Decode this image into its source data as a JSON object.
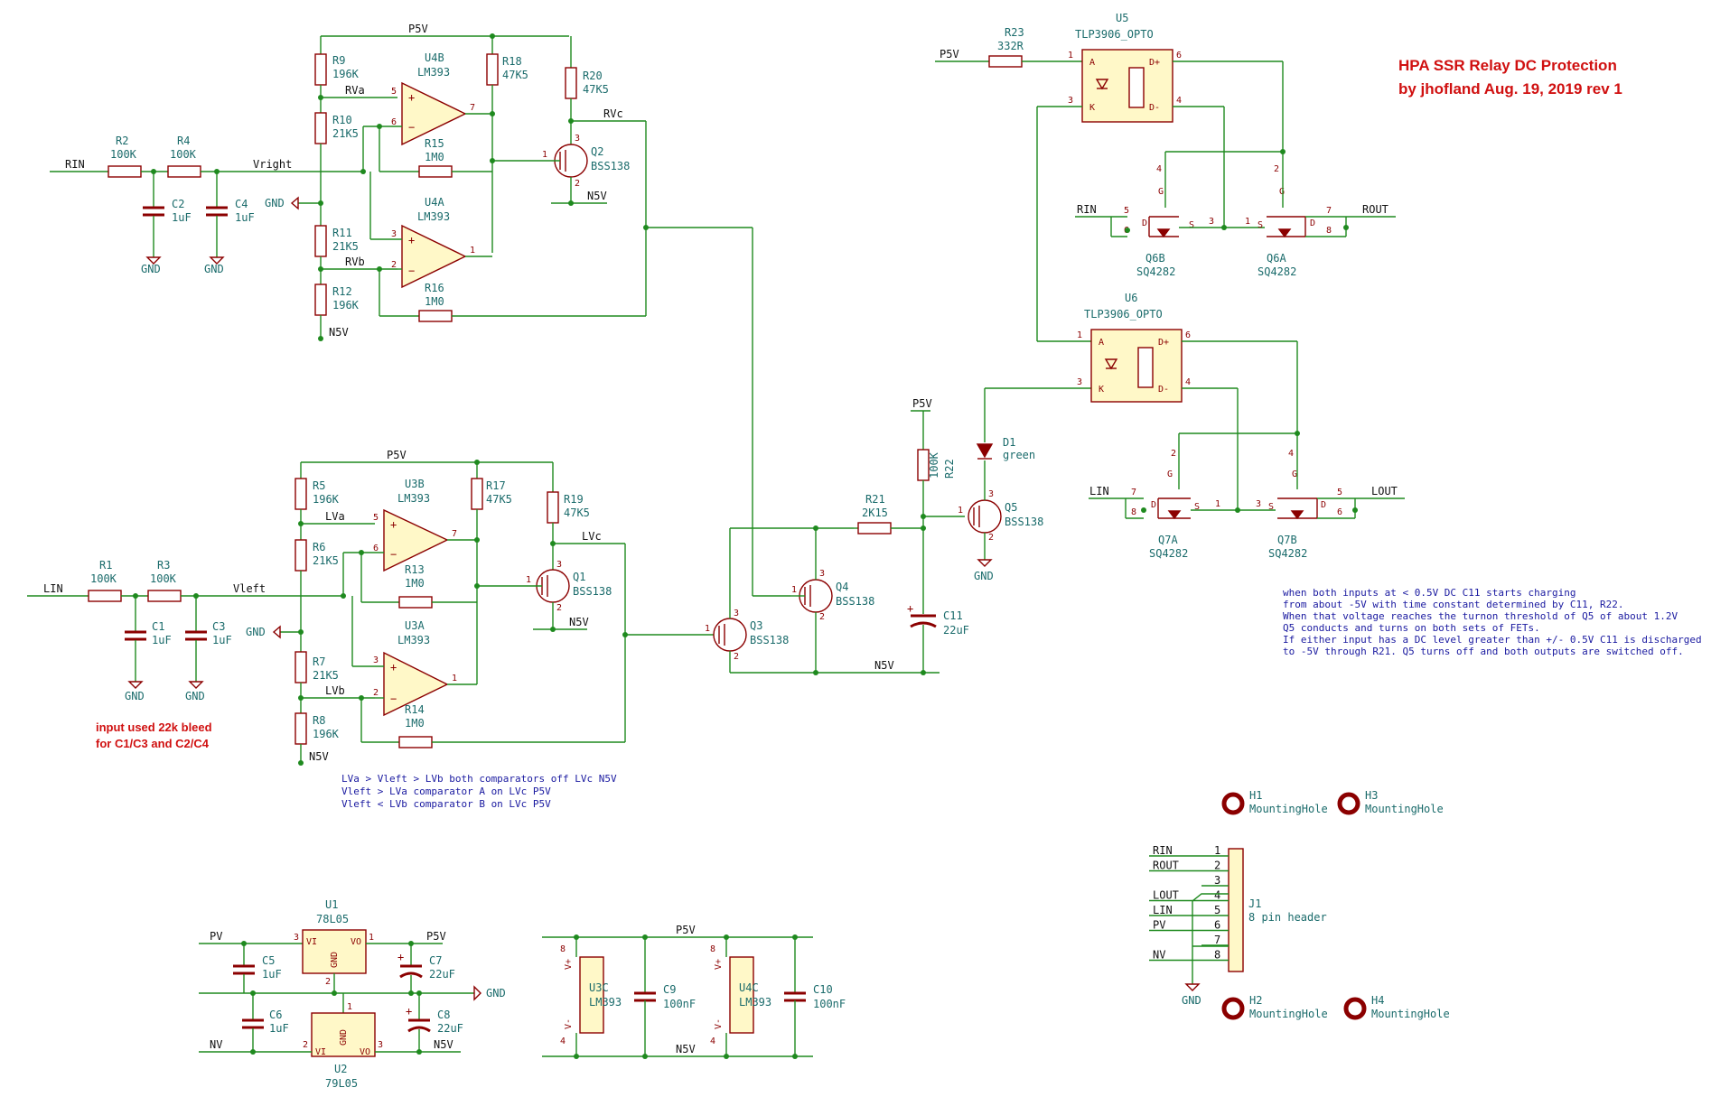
{
  "title": {
    "line1": "HPA SSR Relay DC Protection",
    "line2": "by jhofland  Aug. 19, 2019 rev 1"
  },
  "nets": {
    "rin": "RIN",
    "lin": "LIN",
    "rout": "ROUT",
    "lout": "LOUT",
    "p5v": "P5V",
    "n5v": "N5V",
    "gnd": "GND",
    "pv": "PV",
    "nv": "NV",
    "vright": "Vright",
    "vleft": "Vleft",
    "rva": "RVa",
    "rvb": "RVb",
    "rvc": "RVc",
    "lva": "LVa",
    "lvb": "LVb",
    "lvc": "LVc"
  },
  "parts": {
    "R1": {
      "ref": "R1",
      "val": "100K"
    },
    "R2": {
      "ref": "R2",
      "val": "100K"
    },
    "R3": {
      "ref": "R3",
      "val": "100K"
    },
    "R4": {
      "ref": "R4",
      "val": "100K"
    },
    "R5": {
      "ref": "R5",
      "val": "196K"
    },
    "R6": {
      "ref": "R6",
      "val": "21K5"
    },
    "R7": {
      "ref": "R7",
      "val": "21K5"
    },
    "R8": {
      "ref": "R8",
      "val": "196K"
    },
    "R9": {
      "ref": "R9",
      "val": "196K"
    },
    "R10": {
      "ref": "R10",
      "val": "21K5"
    },
    "R11": {
      "ref": "R11",
      "val": "21K5"
    },
    "R12": {
      "ref": "R12",
      "val": "196K"
    },
    "R13": {
      "ref": "R13",
      "val": "1M0"
    },
    "R14": {
      "ref": "R14",
      "val": "1M0"
    },
    "R15": {
      "ref": "R15",
      "val": "1M0"
    },
    "R16": {
      "ref": "R16",
      "val": "1M0"
    },
    "R17": {
      "ref": "R17",
      "val": "47K5"
    },
    "R18": {
      "ref": "R18",
      "val": "47K5"
    },
    "R19": {
      "ref": "R19",
      "val": "47K5"
    },
    "R20": {
      "ref": "R20",
      "val": "47K5"
    },
    "R21": {
      "ref": "R21",
      "val": "2K15"
    },
    "R22": {
      "ref": "R22",
      "val": "100K"
    },
    "R23": {
      "ref": "R23",
      "val": "332R"
    },
    "C1": {
      "ref": "C1",
      "val": "1uF"
    },
    "C2": {
      "ref": "C2",
      "val": "1uF"
    },
    "C3": {
      "ref": "C3",
      "val": "1uF"
    },
    "C4": {
      "ref": "C4",
      "val": "1uF"
    },
    "C5": {
      "ref": "C5",
      "val": "1uF"
    },
    "C6": {
      "ref": "C6",
      "val": "1uF"
    },
    "C7": {
      "ref": "C7",
      "val": "22uF"
    },
    "C8": {
      "ref": "C8",
      "val": "22uF"
    },
    "C9": {
      "ref": "C9",
      "val": "100nF"
    },
    "C10": {
      "ref": "C10",
      "val": "100nF"
    },
    "C11": {
      "ref": "C11",
      "val": "22uF"
    },
    "U3A": {
      "ref": "U3A",
      "val": "LM393"
    },
    "U3B": {
      "ref": "U3B",
      "val": "LM393"
    },
    "U3C": {
      "ref": "U3C",
      "val": "LM393"
    },
    "U4A": {
      "ref": "U4A",
      "val": "LM393"
    },
    "U4B": {
      "ref": "U4B",
      "val": "LM393"
    },
    "U4C": {
      "ref": "U4C",
      "val": "LM393"
    },
    "Q1": {
      "ref": "Q1",
      "val": "BSS138"
    },
    "Q2": {
      "ref": "Q2",
      "val": "BSS138"
    },
    "Q3": {
      "ref": "Q3",
      "val": "BSS138"
    },
    "Q4": {
      "ref": "Q4",
      "val": "BSS138"
    },
    "Q5": {
      "ref": "Q5",
      "val": "BSS138"
    },
    "Q6A": {
      "ref": "Q6A",
      "val": "SQ4282"
    },
    "Q6B": {
      "ref": "Q6B",
      "val": "SQ4282"
    },
    "Q7A": {
      "ref": "Q7A",
      "val": "SQ4282"
    },
    "Q7B": {
      "ref": "Q7B",
      "val": "SQ4282"
    },
    "U5": {
      "ref": "U5",
      "val": "TLP3906_OPTO"
    },
    "U6": {
      "ref": "U6",
      "val": "TLP3906_OPTO"
    },
    "U1": {
      "ref": "U1",
      "val": "78L05"
    },
    "U2": {
      "ref": "U2",
      "val": "79L05"
    },
    "D1": {
      "ref": "D1",
      "val": "green"
    },
    "J1": {
      "ref": "J1",
      "val": "8 pin header"
    },
    "H1": {
      "ref": "H1",
      "val": "MountingHole"
    },
    "H2": {
      "ref": "H2",
      "val": "MountingHole"
    },
    "H3": {
      "ref": "H3",
      "val": "MountingHole"
    },
    "H4": {
      "ref": "H4",
      "val": "MountingHole"
    }
  },
  "pin_labels": {
    "vi": "VI",
    "vo": "VO",
    "gnd": "GND",
    "vplus": "V+",
    "vminus": "V-",
    "a": "A",
    "k": "K",
    "dplus": "D+",
    "dminus": "D-",
    "d": "D",
    "s": "S",
    "g": "G"
  },
  "header_pins": [
    "RIN",
    "ROUT",
    "",
    "LOUT",
    "LIN",
    "PV",
    "",
    "NV"
  ],
  "notes": {
    "bleed": [
      "input used 22k bleed",
      "for C1/C3 and C2/C4"
    ],
    "truth": [
      "LVa > Vleft > LVb  both comparators off  LVc N5V",
      "Vleft > LVa  comparator A on LVc P5V",
      "Vleft < LVb  comparator B on LVc P5V"
    ],
    "operation": [
      "when both inputs at < 0.5V DC C11 starts charging",
      "from about -5V with time constant determined by C11, R22.",
      "When that voltage reaches the turnon threshold of Q5 of about 1.2V",
      "Q5 conducts and turns on both sets of FETs.",
      "If either input has a DC level greater than +/- 0.5V C11 is discharged",
      " to -5V through R21. Q5 turns off and both outputs are switched off."
    ]
  },
  "colors": {
    "wire": "#1f8a1f",
    "body": "#8b0000",
    "text": "#1a6b6b",
    "note": "#1a1aa0",
    "title": "#d01010"
  }
}
